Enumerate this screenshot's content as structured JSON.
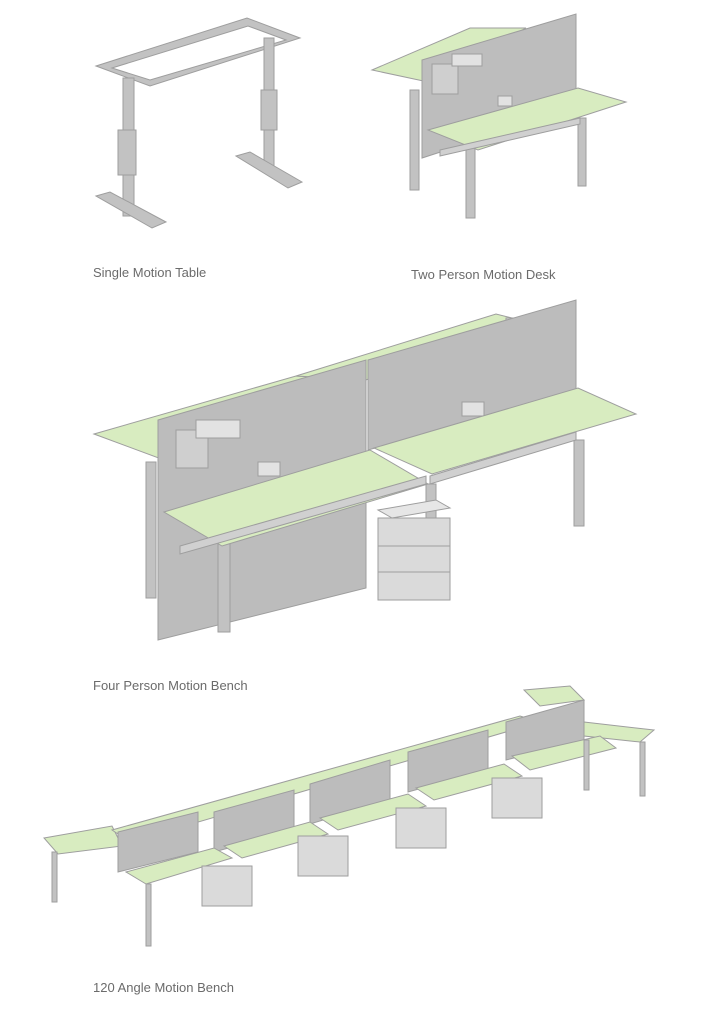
{
  "colors": {
    "desktop": "#d8ecc0",
    "panel": "#b9b9b9",
    "frame": "#b3b3b3",
    "outline": "#9e9e9e",
    "caption": "#6b6b6b"
  },
  "products": [
    {
      "caption": "Single Motion Table"
    },
    {
      "caption": "Two Person Motion Desk"
    },
    {
      "caption": "Four Person Motion Bench"
    },
    {
      "caption": "120 Angle Motion Bench"
    }
  ]
}
